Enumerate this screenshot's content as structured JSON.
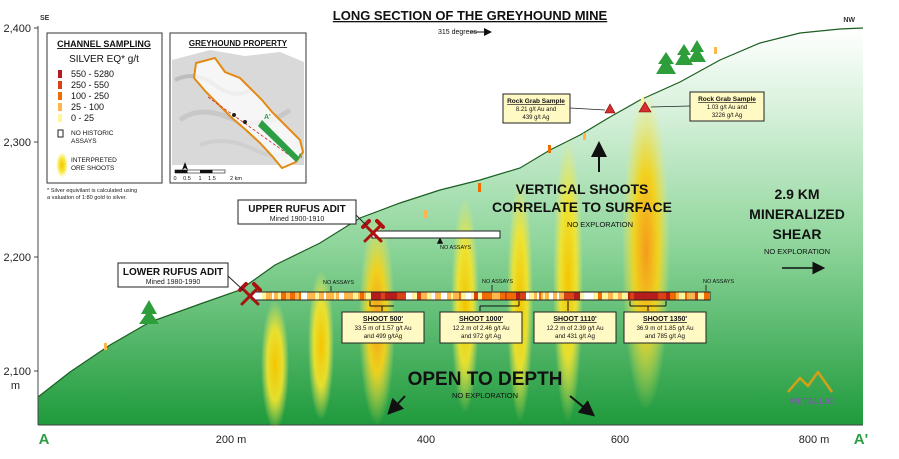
{
  "title": "LONG SECTION OF THE GREYHOUND MINE",
  "corner_se": "SE",
  "corner_nw": "NW",
  "heading": "315 degrees",
  "y_axis": {
    "labels": [
      "2,400",
      "2,300",
      "2,200",
      "2,100",
      "m"
    ]
  },
  "x_axis": {
    "labels": [
      "200 m",
      "400",
      "600",
      "800 m"
    ],
    "start": "A",
    "end": "A'"
  },
  "legend": {
    "title": "CHANNEL SAMPLING",
    "subtitle": "SILVER EQ* g/t",
    "items": [
      {
        "label": "550 - 5280",
        "color": "#b71c1c"
      },
      {
        "label": "250 - 550",
        "color": "#d84315"
      },
      {
        "label": "100 - 250",
        "color": "#ef6c00"
      },
      {
        "label": "25 - 100",
        "color": "#ffb74d"
      },
      {
        "label": "0 - 25",
        "color": "#fff59d"
      }
    ],
    "no_assays_label": "NO HISTORIC\nASSAYS",
    "ore_label": "INTERPRETED\nORE SHOOTS",
    "footnote": "* Silver equivilant is calculated using\na valuation of 1:80 gold to silver."
  },
  "property_map": {
    "title": "GREYHOUND PROPERTY",
    "scale_labels": [
      "0",
      "0.5",
      "1",
      "1.5",
      "2 km"
    ],
    "point_a": "A",
    "point_a2": "A'"
  },
  "adits": [
    {
      "name": "UPPER RUFUS ADIT",
      "dates": "Mined 1900-1910"
    },
    {
      "name": "LOWER RUFUS ADIT",
      "dates": "Mined 1980-1990"
    }
  ],
  "no_assays": "NO ASSAYS",
  "rock_grabs": [
    {
      "title": "Rock Grab Sample",
      "line1": "8.21 g/t Au and",
      "line2": "439 g/t Ag"
    },
    {
      "title": "Rock Grab Sample",
      "line1": "1.03 g/t Au and",
      "line2": "3226 g/t Ag"
    }
  ],
  "shoots": [
    {
      "title": "SHOOT 500'",
      "line1": "33.5 m of 1.57 g/t Au",
      "line2": "and 499 g/tAg"
    },
    {
      "title": "SHOOT 1000'",
      "line1": "12.2 m of 2.46 g/t Au",
      "line2": "and 972 g/t Ag"
    },
    {
      "title": "SHOOT 1110'",
      "line1": "12.2 m of 2.39 g/t Au",
      "line2": "and 431 g/t Ag"
    },
    {
      "title": "SHOOT 1350'",
      "line1": "36.9 m of 1.85 g/t Au",
      "line2": "and 785 g/t Ag"
    }
  ],
  "callouts": {
    "vertical_1": "VERTICAL SHOOTS",
    "vertical_2": "CORRELATE TO SURFACE",
    "vertical_sub": "NO EXPLORATION",
    "shear_1": "2.9 KM",
    "shear_2": "MINERALIZED",
    "shear_3": "SHEAR",
    "shear_sub": "NO EXPLORATION",
    "depth": "OPEN TO DEPTH",
    "depth_sub": "NO EXPLORATION"
  },
  "logo_text": "METALLIC",
  "colors": {
    "grass_dark": "#2e9e44",
    "grass_light": "#e8f7ea",
    "ore": "#f2e31a",
    "tree": "#2e9e3a",
    "accent_red": "#c62828"
  }
}
